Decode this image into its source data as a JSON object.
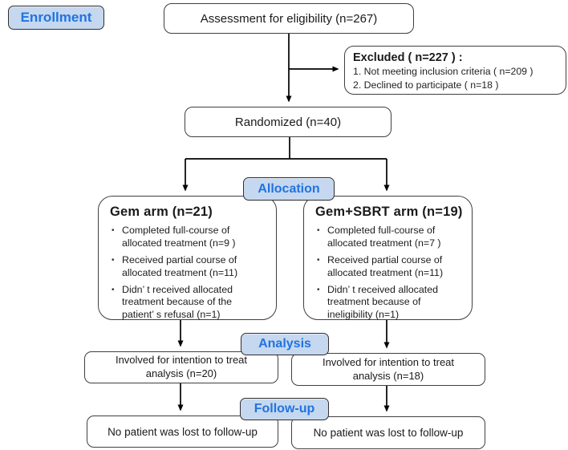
{
  "badges": {
    "enrollment": "Enrollment",
    "allocation": "Allocation",
    "analysis": "Analysis",
    "followup": "Follow-up"
  },
  "boxes": {
    "assessment": "Assessment for eligibility (n=267)",
    "excluded": {
      "title": "Excluded ( n=227 )  :",
      "items": [
        "1. Not meeting inclusion criteria ( n=209 )",
        "2. Declined to participate  ( n=18 )"
      ]
    },
    "randomized": "Randomized (n=40)",
    "gem_arm": {
      "title": "Gem arm (n=21)",
      "bullet_glyph": "•",
      "bullets": [
        "Completed full-course of\nallocated treatment (n=9 )",
        "Received partial course of\nallocated treatment (n=11)",
        "Didn’ t received allocated\ntreatment because of  the\npatient’ s refusal (n=1)"
      ]
    },
    "gem_sbrt_arm": {
      "title": "Gem+SBRT arm (n=19)",
      "bullet_glyph": "•",
      "bullets": [
        "Completed full-course of\nallocated treatment (n=7 )",
        "Received partial course of\nallocated treatment (n=11)",
        "Didn’ t received allocated\ntreatment because of\nineligibility (n=1)"
      ]
    },
    "analysis_left": "Involved for intention to treat\nanalysis (n=20)",
    "analysis_right": "Involved for intention to treat\nanalysis (n=18)",
    "followup_left": "No patient was lost to follow-up",
    "followup_right": "No patient was lost to follow-up"
  },
  "colors": {
    "badge_fill": "#c5d8ef",
    "badge_text": "#2273e0",
    "box_border": "#3f3f3f",
    "connector": "#000000",
    "background": "#ffffff"
  }
}
